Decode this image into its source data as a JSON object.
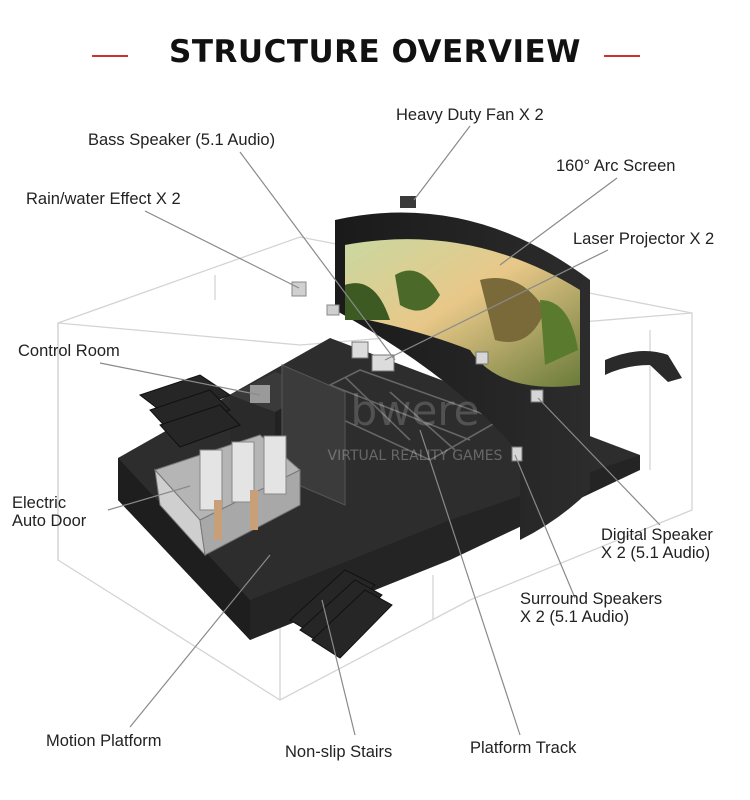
{
  "title": "STRUCTURE OVERVIEW",
  "watermark": {
    "line1": "bwere",
    "line2": "VIRTUAL REALITY GAMES"
  },
  "labels": {
    "heavy_duty_fan": "Heavy Duty Fan X 2",
    "bass_speaker": "Bass Speaker (5.1 Audio)",
    "arc_screen": "160° Arc Screen",
    "rain_water": "Rain/water Effect X 2",
    "laser_projector": "Laser Projector X 2",
    "control_room": "Control Room",
    "electric_auto_door_1": "Electric",
    "electric_auto_door_2": "Auto Door",
    "digital_speaker_1": "Digital Speaker",
    "digital_speaker_2": "X 2 (5.1 Audio)",
    "surround_speakers_1": "Surround Speakers",
    "surround_speakers_2": "X 2 (5.1 Audio)",
    "motion_platform": "Motion Platform",
    "non_slip_stairs": "Non-slip Stairs",
    "platform_track": "Platform Track"
  },
  "colors": {
    "accent": "#d0312d",
    "platform": "#2b2b2b",
    "leader": "#8a8a8a",
    "outline": "#cfcfcf"
  }
}
